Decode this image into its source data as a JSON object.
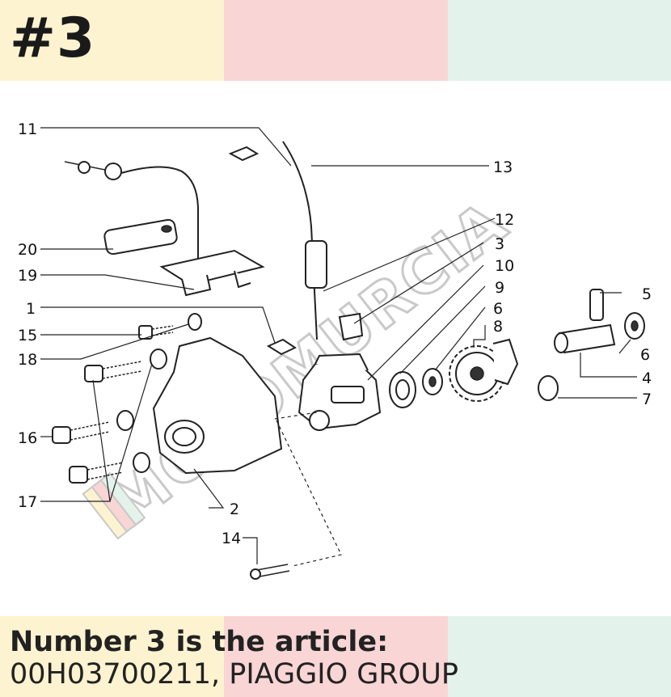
{
  "header": {
    "badge": "#3"
  },
  "caption": {
    "line1": "Number 3 is the article:",
    "line2": "00H03700211, PIAGGIO GROUP"
  },
  "watermark": {
    "text": "MOTOMURCIA"
  },
  "callouts": {
    "c11": "11",
    "c13": "13",
    "c12": "12",
    "c20": "20",
    "c3": "3",
    "c19": "19",
    "c10": "10",
    "c9": "9",
    "c1": "1",
    "c6a": "6",
    "c5": "5",
    "c8": "8",
    "c15": "15",
    "c6b": "6",
    "c18": "18",
    "c4": "4",
    "c7": "7",
    "c16": "16",
    "c17": "17",
    "c2": "2",
    "c14": "14"
  },
  "colors": {
    "band_yellow": "#fdf3d0",
    "band_pink": "#f9d5d5",
    "band_green": "#e3f3ec"
  }
}
